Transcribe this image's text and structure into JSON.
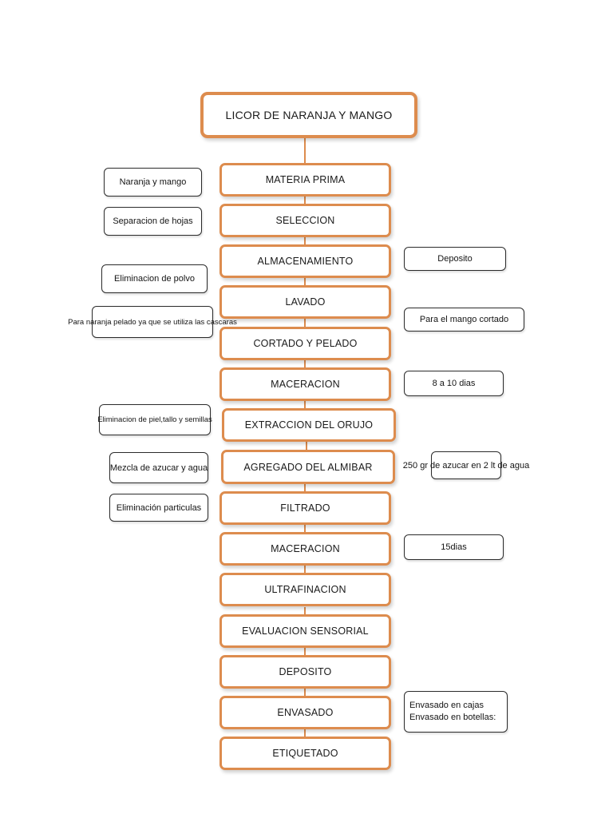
{
  "document": {
    "title": "LICOR DE NARANJA Y MANGO",
    "type": "process-flow-diagram",
    "language": "es"
  },
  "colors": {
    "process_border": "#DD8C4E",
    "note_border": "#2B2B2B",
    "background": "#FFFFFF",
    "text": "#141414"
  },
  "title_box": {
    "label": "LICOR DE NARANJA Y MANGO"
  },
  "process_steps": [
    {
      "id": "materia-prima",
      "label": "MATERIA PRIMA"
    },
    {
      "id": "seleccion",
      "label": "SELECCION"
    },
    {
      "id": "almacenamiento",
      "label": "ALMACENAMIENTO"
    },
    {
      "id": "lavado",
      "label": "LAVADO"
    },
    {
      "id": "cortado-y-pelado",
      "label": "CORTADO Y PELADO"
    },
    {
      "id": "maceracion-1",
      "label": "MACERACION"
    },
    {
      "id": "extraccion-del-orujo",
      "label": "EXTRACCION DEL ORUJO"
    },
    {
      "id": "agregado-del-almibar",
      "label": "AGREGADO DEL ALMIBAR"
    },
    {
      "id": "filtrado",
      "label": "FILTRADO"
    },
    {
      "id": "maceracion-2",
      "label": "MACERACION"
    },
    {
      "id": "ultrafinacion",
      "label": "ULTRAFINACION"
    },
    {
      "id": "evaluacion-sensorial",
      "label": "EVALUACION SENSORIAL"
    },
    {
      "id": "deposito",
      "label": "DEPOSITO"
    },
    {
      "id": "envasado",
      "label": "ENVASADO"
    },
    {
      "id": "etiquetado",
      "label": "ETIQUETADO"
    }
  ],
  "left_notes": [
    {
      "id": "naranja-y-mango",
      "for": "materia-prima",
      "label": "Naranja y mango"
    },
    {
      "id": "separacion-de-hojas",
      "for": "seleccion",
      "label": "Separacion de hojas"
    },
    {
      "id": "eliminacion-de-polvo",
      "for": "lavado",
      "label": "Eliminacion de polvo"
    },
    {
      "id": "para-naranja-pelado",
      "for": "cortado-y-pelado",
      "label": "Para naranja pelado ya que se utiliza las cascaras"
    },
    {
      "id": "eliminacion-piel",
      "for": "extraccion-del-orujo",
      "label": "Eliminacion de piel,tallo y semillas"
    },
    {
      "id": "mezcla-azucar-agua",
      "for": "agregado-del-almibar",
      "label": "Mezcla de azucar y agua"
    },
    {
      "id": "eliminacion-particulas",
      "for": "filtrado",
      "label": "Eliminación particulas"
    }
  ],
  "right_notes": [
    {
      "id": "deposito-note",
      "for": "almacenamiento",
      "label": "Deposito"
    },
    {
      "id": "para-mango-cortado",
      "for": "cortado-y-pelado",
      "label": "Para el mango cortado"
    },
    {
      "id": "8-a-10-dias",
      "for": "maceracion-1",
      "label": "8 a 10 dias"
    },
    {
      "id": "250-gr-azucar",
      "for": "agregado-del-almibar",
      "label": "250 gr de azucar en 2 lt de agua"
    },
    {
      "id": "15dias",
      "for": "maceracion-2",
      "label": "15dias"
    },
    {
      "id": "envasado-note",
      "for": "envasado",
      "label": "Envasado en cajas\nEnvasado en botellas:"
    }
  ]
}
